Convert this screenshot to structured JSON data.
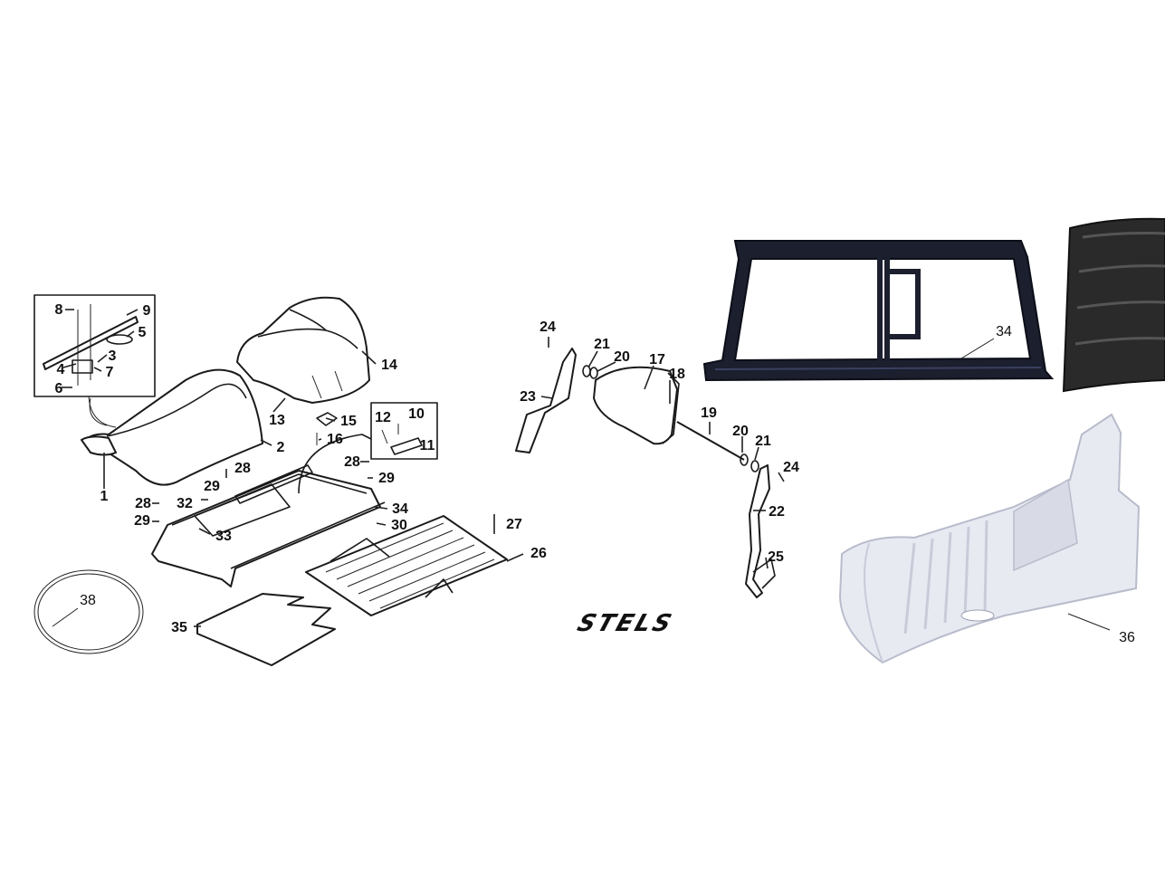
{
  "brand": {
    "logo_text": "STELS"
  },
  "colors": {
    "line": "#1a1a1a",
    "frame_photo": "#1b1f2e",
    "panel_photo": "#2a2a2a",
    "bumper_photo": "#e8eaf2"
  },
  "callouts": {
    "c1": "1",
    "c2": "2",
    "c3": "3",
    "c4": "4",
    "c5": "5",
    "c6": "6",
    "c7": "7",
    "c8": "8",
    "c9": "9",
    "c10": "10",
    "c11": "11",
    "c12": "12",
    "c13": "13",
    "c14": "14",
    "c15": "15",
    "c16": "16",
    "c17": "17",
    "c18": "18",
    "c19": "19",
    "c20a": "20",
    "c20b": "20",
    "c21a": "21",
    "c21b": "21",
    "c22": "22",
    "c23": "23",
    "c24a": "24",
    "c24b": "24",
    "c25": "25",
    "c26": "26",
    "c27": "27",
    "c28a": "28",
    "c28b": "28",
    "c28c": "28",
    "c29a": "29",
    "c29b": "29",
    "c29c": "29",
    "c30": "30",
    "c32": "32",
    "c33": "33",
    "c34a": "34",
    "c34b": "34",
    "c35": "35",
    "c36": "36",
    "c38": "38"
  }
}
